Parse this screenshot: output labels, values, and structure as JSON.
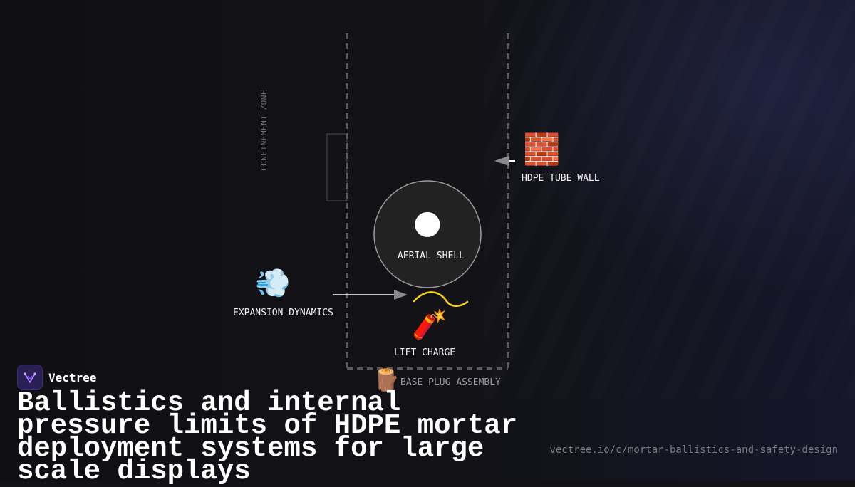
{
  "diagram": {
    "zone_label": "CONFINEMENT ZONE",
    "nodes": {
      "tube_wall": {
        "label": "HDPE TUBE WALL",
        "icon": "brick-wall-icon"
      },
      "shell": {
        "label": "AERIAL SHELL",
        "icon": "dark-moon-icon"
      },
      "expansion": {
        "label": "EXPANSION DYNAMICS",
        "icon": "gas-puff-icon"
      },
      "lift_charge": {
        "label": "LIFT CHARGE",
        "icon": "firecracker-icon"
      },
      "base_plug": {
        "label": "BASE PLUG ASSEMBLY",
        "icon": "wood-log-icon"
      }
    },
    "colors": {
      "tube_outline": "#5a5a5a",
      "fuse": "#f2d21b",
      "shell_fill": "#222222",
      "shell_stroke": "#9a9a9a"
    }
  },
  "brand": {
    "name": "Vectree",
    "logo_icon": "vectree-logo-icon"
  },
  "title": "Ballistics and internal pressure limits of HDPE mortar deployment systems for large scale displays",
  "url": "vectree.io/c/mortar-ballistics-and-safety-design"
}
